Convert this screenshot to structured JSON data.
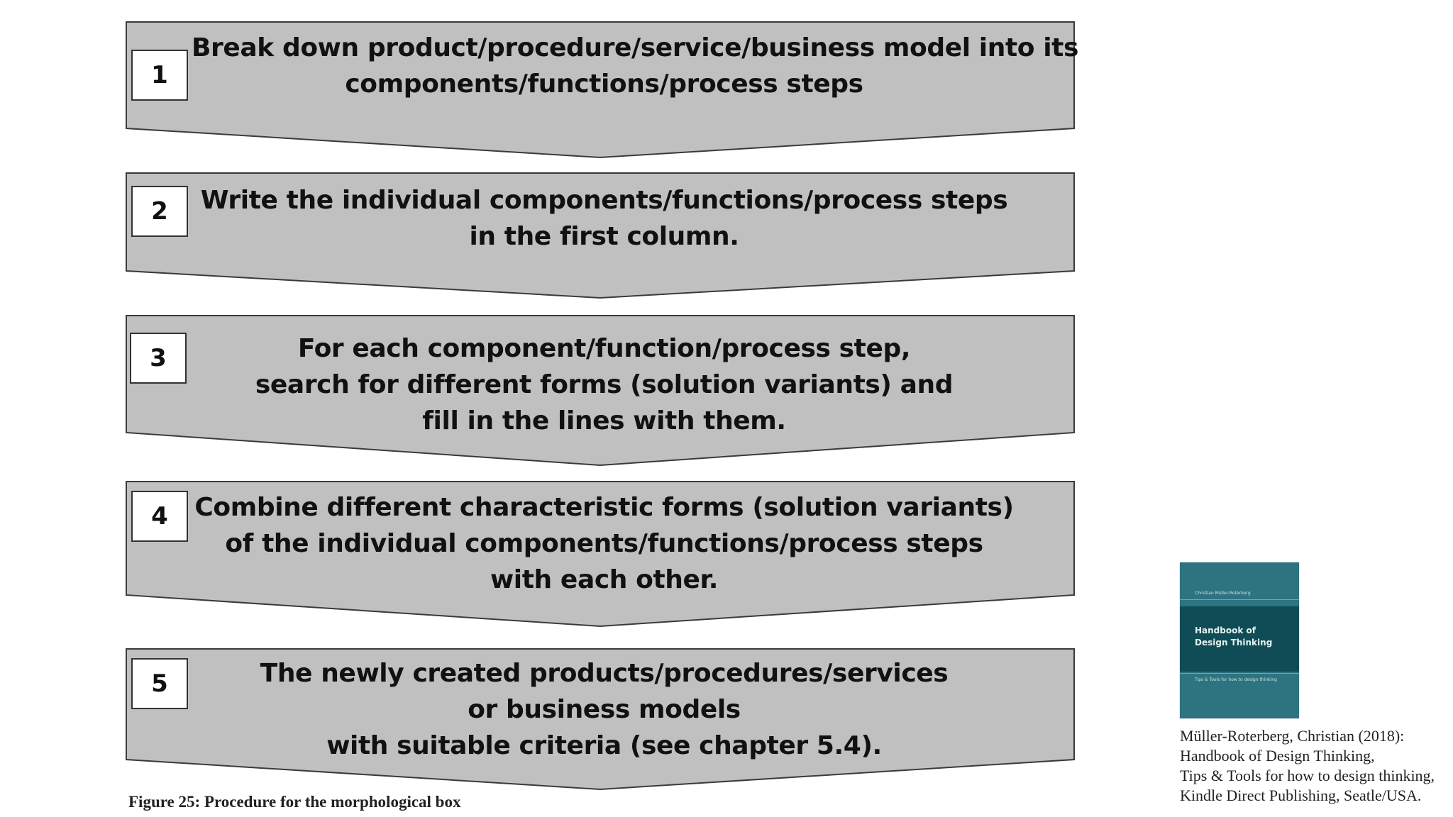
{
  "diagram": {
    "colors": {
      "arrow_fill": "#c0c0c0",
      "arrow_stroke": "#3a3a3a",
      "text": "#111111"
    },
    "steps": [
      {
        "number": "1",
        "lines": [
          "Break down product/procedure/service/business model into its",
          "components/functions/process steps"
        ]
      },
      {
        "number": "2",
        "lines": [
          "Write the individual components/functions/process steps",
          "in the first column."
        ]
      },
      {
        "number": "3",
        "lines": [
          "For each component/function/process step,",
          "search for different forms (solution variants) and",
          "fill in the lines with them."
        ]
      },
      {
        "number": "4",
        "lines": [
          "Combine different characteristic forms (solution variants)",
          "of the individual components/functions/process steps",
          "with each other."
        ]
      },
      {
        "number": "5",
        "lines": [
          "The newly created products/procedures/services",
          "or business models",
          "with suitable criteria (see chapter 5.4)."
        ]
      }
    ]
  },
  "caption": "Figure 25: Procedure for the morphological box",
  "book": {
    "author": "Christian Müller-Roterberg",
    "title_lines": [
      "Handbook of",
      "Design Thinking"
    ],
    "subtitle": "Tips & Tools for how to design thinking",
    "cover_color": "#2d7380",
    "band_color": "#0f4c55"
  },
  "citation": {
    "lines": [
      "Müller-Roterberg, Christian (2018):",
      "Handbook of Design Thinking,",
      "Tips & Tools for how to design thinking,",
      "Kindle Direct Publishing, Seatle/USA."
    ]
  }
}
